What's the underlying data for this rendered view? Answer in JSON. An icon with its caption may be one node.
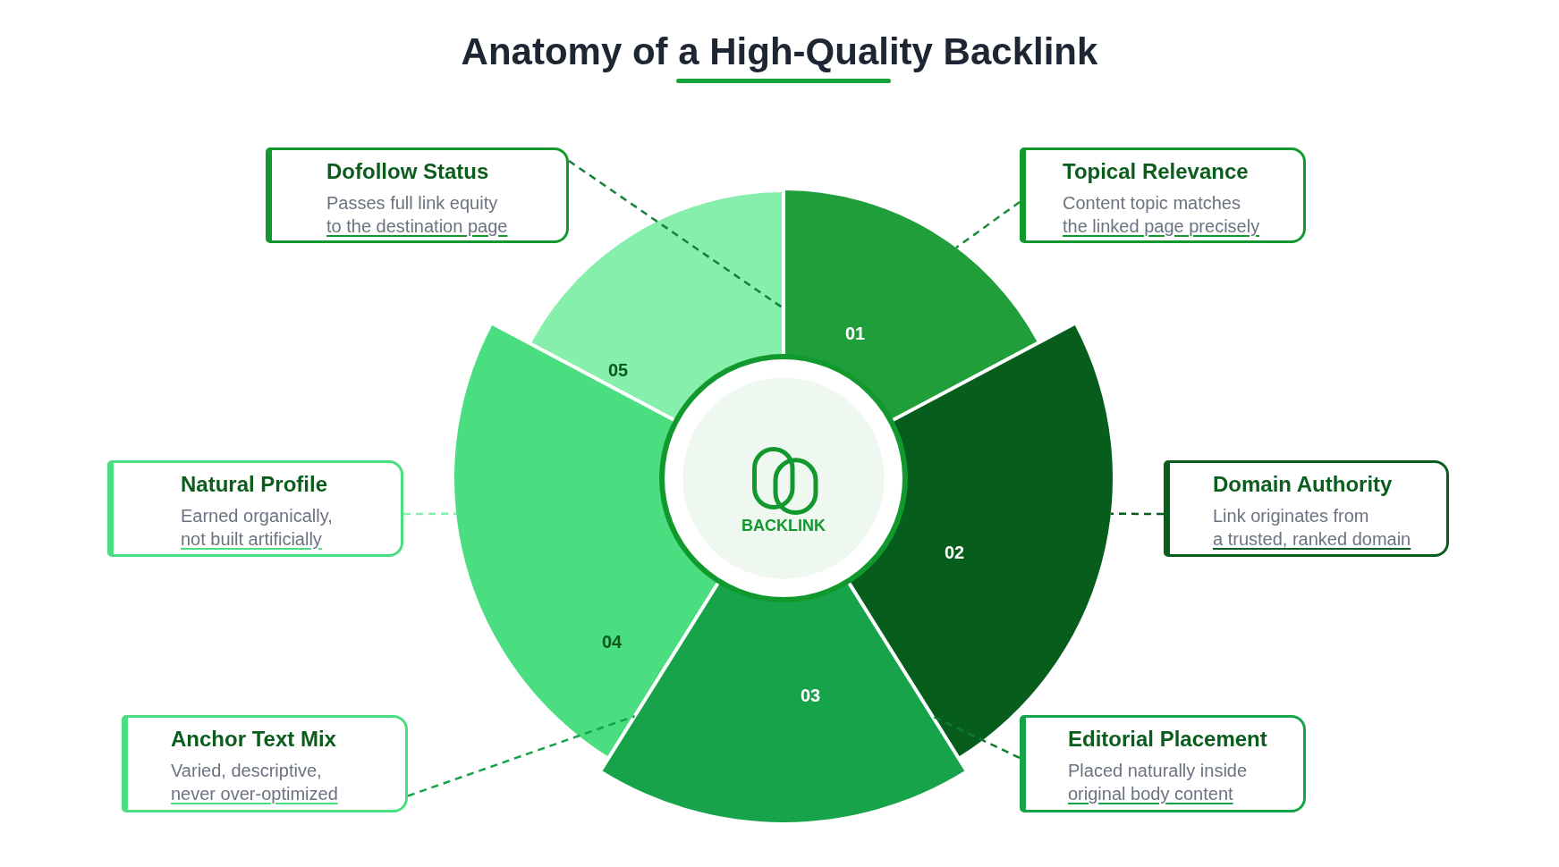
{
  "diagram": {
    "title": "Anatomy of a High-Quality Backlink",
    "nodes": [
      {
        "text": [
          "Dofollow Status",
          "Passes full link equity",
          "to the destination page"
        ]
      },
      {
        "text": [
          "Topical Relevance",
          "Content topic matches",
          "the linked page precisely"
        ]
      },
      {
        "text": [
          "Natural Profile",
          "Earned organically,",
          "not built artificially"
        ]
      },
      {
        "text": [
          "Domain Authority",
          "Link originates from",
          "a trusted, ranked domain"
        ]
      },
      {
        "text": [
          "Anchor Text Mix",
          "Varied, descriptive,",
          "never over-optimized"
        ]
      },
      {
        "text": [
          "Editorial Placement",
          "Placed naturally inside",
          "original body content"
        ]
      },
      {
        "text": [
          "01"
        ]
      },
      {
        "text": [
          "02"
        ]
      },
      {
        "text": [
          "03"
        ]
      },
      {
        "text": [
          "04"
        ]
      },
      {
        "text": [
          "05"
        ]
      },
      {
        "text": [
          "BACKLINK"
        ]
      }
    ],
    "edges": [
      {
        "from": 0,
        "to": 6,
        "arrow": "none",
        "style": "dashed",
        "color": "#15803d"
      },
      {
        "from": 1,
        "to": 6,
        "arrow": "none",
        "style": "dashed",
        "color": "#1a8f3a"
      },
      {
        "from": 2,
        "to": 9,
        "arrow": "none",
        "style": "dashed",
        "color": "#86efac"
      },
      {
        "from": 3,
        "to": 7,
        "arrow": "none",
        "style": "dashed",
        "color": "#075e1c"
      },
      {
        "from": 4,
        "to": 9,
        "arrow": "none",
        "style": "dashed",
        "color": "#16a34a"
      },
      {
        "from": 5,
        "to": 8,
        "arrow": "none",
        "style": "dashed",
        "color": "#0f7a32"
      }
    ]
  }
}
